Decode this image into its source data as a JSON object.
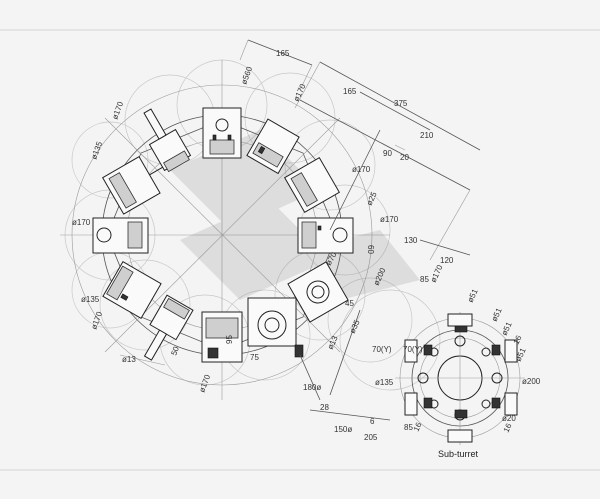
{
  "caption": "Sub-turret",
  "dimensions": {
    "d165a": "165",
    "d560": "ø560",
    "d170_top": "ø170",
    "d165b": "165",
    "d375": "375",
    "d210": "210",
    "d170_left": "ø170",
    "d135_left": "ø135",
    "d90": "90",
    "d20": "20",
    "d170_r1": "ø170",
    "d25": "ø25",
    "d170_r2": "ø170",
    "d170_r3": "ø170",
    "d60": "60",
    "d130": "130",
    "d120": "120",
    "d85": "85",
    "d170_r4": "ø170",
    "d200_a": "ø200",
    "d51_a": "ø51",
    "d51_b": "ø51",
    "d51_c": "ø51",
    "d16_a": "16",
    "d51_d": "ø51",
    "d200_b": "ø200",
    "d20_b": "ø20",
    "d16_b": "16",
    "d135_low": "ø135",
    "d170_low": "ø170",
    "d13_a": "ø13",
    "d50": "50",
    "d95": "95",
    "d75": "75",
    "d170_b": "ø170",
    "d13_b": "ø13",
    "d70_x1": "70(Y)",
    "d70_x2": "70(Y)",
    "d35": "ø35",
    "d135_c": "ø135",
    "d180": "180ø",
    "d28": "28",
    "d150": "150ø",
    "d205": "205",
    "d85b": "85",
    "d16_c": "16",
    "d6": "6",
    "d70_small": "ø70",
    "d45": "45"
  }
}
